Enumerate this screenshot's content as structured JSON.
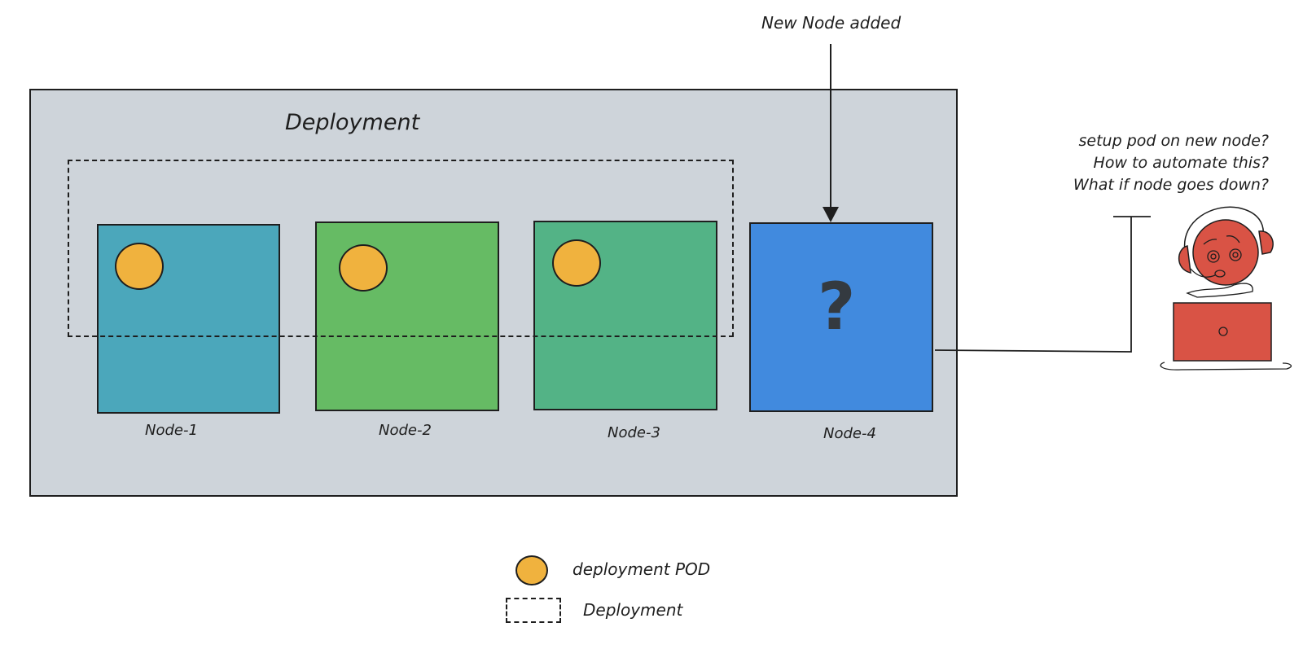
{
  "title": "Deployment",
  "annotation_new_node": "New Node added",
  "question_mark": "?",
  "concerns": [
    "setup pod on new node?",
    "How to automate this?",
    "What if node goes down?"
  ],
  "nodes": [
    {
      "label": "Node-1",
      "color": "#4ba7bb",
      "has_pod": true
    },
    {
      "label": "Node-2",
      "color": "#66bb64",
      "has_pod": true
    },
    {
      "label": "Node-3",
      "color": "#53b386",
      "has_pod": true
    },
    {
      "label": "Node-4",
      "color": "#418ade",
      "has_pod": false
    }
  ],
  "legend": {
    "pod_label": "deployment POD",
    "deployment_label": "Deployment"
  },
  "colors": {
    "cluster_bg": "#ced4da",
    "pod": "#f0b23e",
    "person": "#d95345"
  }
}
